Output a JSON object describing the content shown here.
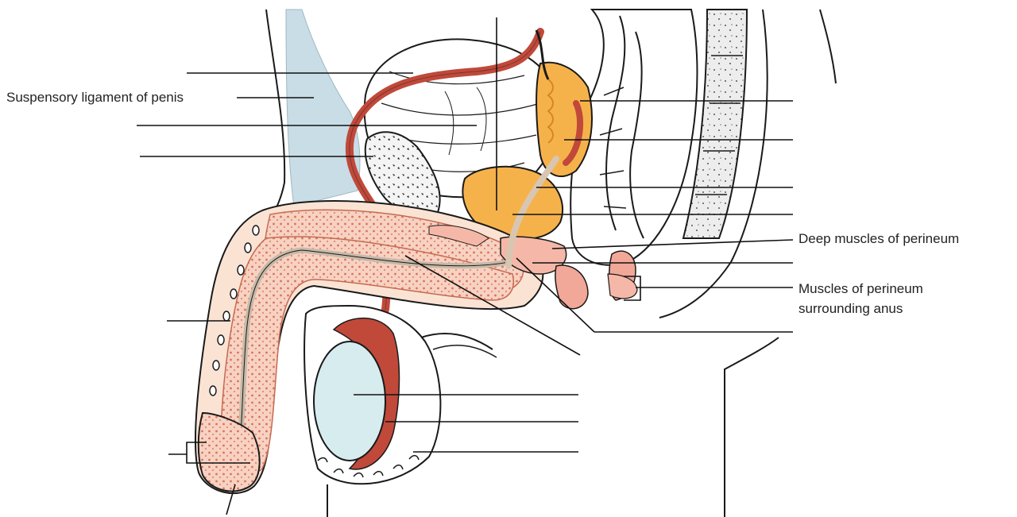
{
  "labels": {
    "suspensory_ligament": "Suspensory ligament of penis",
    "deep_muscles": "Deep muscles of perineum",
    "perineum_anus_line1": "Muscles of perineum",
    "perineum_anus_line2": "surrounding anus"
  },
  "colors": {
    "outline": "#1a1a1a",
    "skin": "#fbe3d4",
    "erectile_tissue": "#f5c9b9",
    "erectile_dots": "#d9735c",
    "vessel": "#c0493a",
    "gland": "#f6b24a",
    "gland_dark": "#f39c2a",
    "ligament": "#c9dde6",
    "testis": "#d7ecef",
    "bone": "#efefef",
    "leader": "#111111"
  }
}
